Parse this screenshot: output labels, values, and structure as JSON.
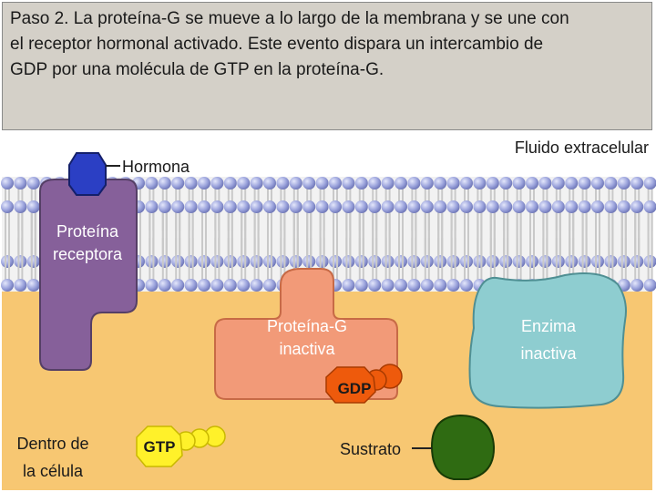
{
  "caption": {
    "text": "Paso 2. La proteína-G se mueve a lo largo de la membrana y se une con\nel receptor hormonal activado. Este evento dispara un intercambio de\nGDP por una molécula de GTP en la proteína-G."
  },
  "labels": {
    "extracellular": "Fluido extracelular",
    "hormone": "Hormona",
    "receptor_line1": "Proteína",
    "receptor_line2": "receptora",
    "gprotein_line1": "Proteína-G",
    "gprotein_line2": "inactiva",
    "enzyme_line1": "Enzima",
    "enzyme_line2": "inactiva",
    "gdp": "GDP",
    "gtp": "GTP",
    "substrate": "Sustrato",
    "inside_line1": "Dentro de",
    "inside_line2": "la célula"
  },
  "colors": {
    "caption_bg": "#d4d0c8",
    "extracellular_bg": "#ffffff",
    "cytoplasm_bg": "#f7c772",
    "lipid_head": "#9ba3dc",
    "lipid_tail": "#c9c9c9",
    "hormone": "#2b3fc4",
    "receptor": "#86609a",
    "gprotein": "#f29a78",
    "gdp": "#ee5a0c",
    "gtp": "#fff12a",
    "enzyme": "#8ecdd0",
    "substrate": "#2f6b12"
  }
}
